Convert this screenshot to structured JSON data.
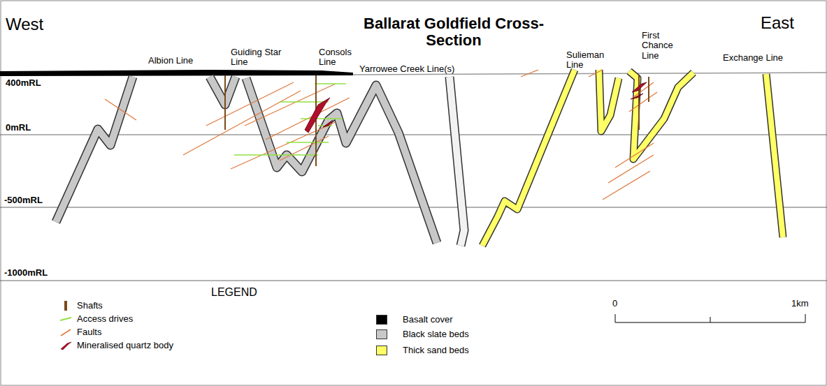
{
  "diagram": {
    "title": "Ballarat Goldfield Cross-Section",
    "labels": [
      "West",
      "East",
      "Albion Line",
      "Guiding Star Line",
      "Consols Line",
      "Yarrowee Creek Line(s)",
      "Sulieman Line",
      "First Chance Line",
      "Exchange Line",
      "400mRL",
      "0mRL",
      "-500mRL",
      "-1000mRL",
      "LEGEND",
      "0",
      "1km"
    ],
    "legend": [
      {
        "text": "Shafts"
      },
      {
        "text": "Access drives"
      },
      {
        "text": "Faults"
      },
      {
        "text": "Mineralised quartz body"
      },
      {
        "text": "Basalt cover",
        "color": "#000000"
      },
      {
        "text": "Black slate beds",
        "color": "#c8c8c8"
      },
      {
        "text": "Thick sand beds",
        "color": "#ffff66"
      }
    ]
  }
}
